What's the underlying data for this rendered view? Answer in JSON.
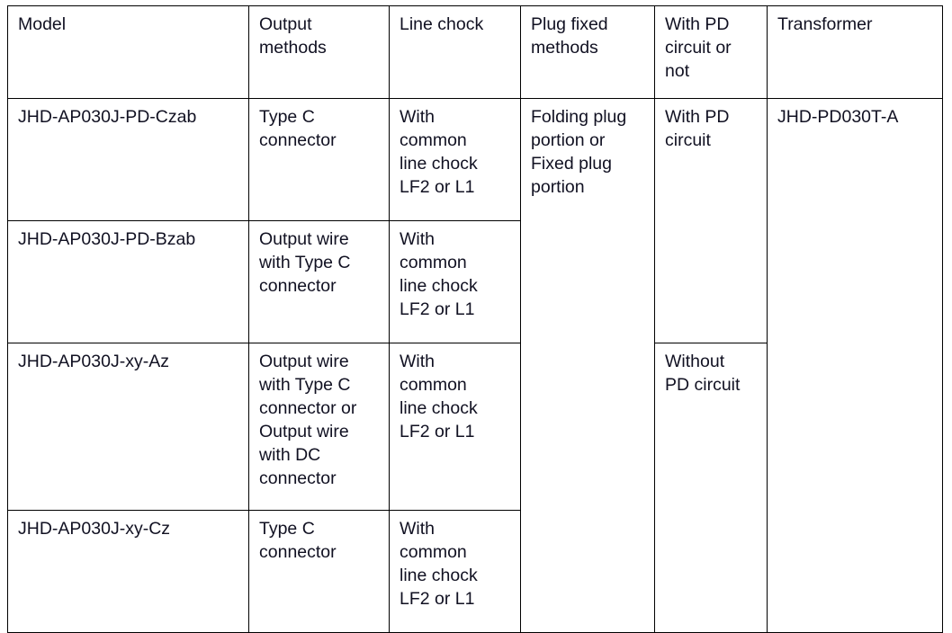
{
  "table": {
    "columns": [
      {
        "key": "model",
        "label": "Model"
      },
      {
        "key": "output",
        "label": "Output\nmethods"
      },
      {
        "key": "chock",
        "label": "Line chock"
      },
      {
        "key": "plug",
        "label": "Plug fixed\nmethods"
      },
      {
        "key": "pd",
        "label": "With PD\ncircuit or\nnot"
      },
      {
        "key": "transformer",
        "label": "Transformer"
      }
    ],
    "rows": [
      {
        "model": "JHD-AP030J-PD-Czab",
        "output": "Type C\nconnector",
        "chock": "With\ncommon\nline chock\nLF2 or L1",
        "plug": "Folding plug\nportion or\nFixed plug\nportion",
        "pd": "With PD\ncircuit",
        "transformer": "JHD-PD030T-A"
      },
      {
        "model": "JHD-AP030J-PD-Bzab",
        "output": "Output wire\nwith Type C\nconnector",
        "chock": "With\ncommon\nline chock\nLF2 or L1"
      },
      {
        "model": "JHD-AP030J-xy-Az",
        "output": "Output wire\nwith Type C\nconnector or\nOutput wire\nwith DC\nconnector",
        "chock": "With\ncommon\nline chock\nLF2 or L1",
        "pd": "Without\nPD circuit"
      },
      {
        "model": "JHD-AP030J-xy-Cz",
        "output": "Type C\nconnector",
        "chock": "With\ncommon\nline chock\nLF2 or L1"
      }
    ]
  },
  "colors": {
    "border": "#000000",
    "text": "#111122",
    "background": "#ffffff"
  }
}
